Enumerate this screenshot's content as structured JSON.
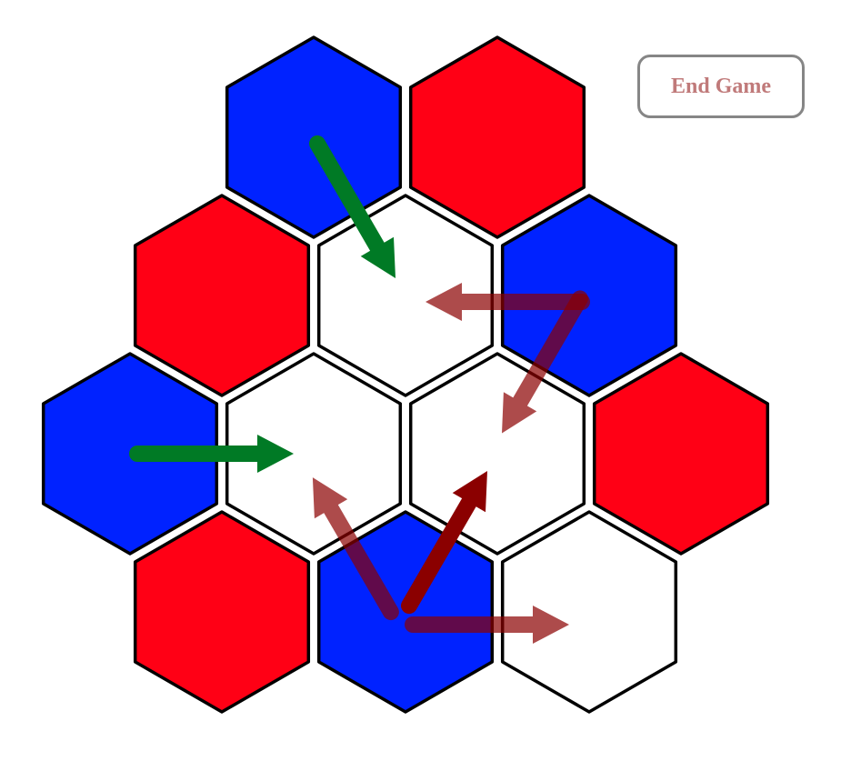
{
  "end_game_button": {
    "label": "End Game"
  },
  "colors": {
    "blue": "#0022ff",
    "red": "#ff0015",
    "empty": "#ffffff",
    "hex_border": "#000000",
    "green_arrow": "#007a25",
    "red_arrow": "#8b0000"
  },
  "board": {
    "cells": [
      {
        "row": 0,
        "col": 0,
        "state": "blue"
      },
      {
        "row": 0,
        "col": 1,
        "state": "red"
      },
      {
        "row": 1,
        "col": 0,
        "state": "red"
      },
      {
        "row": 1,
        "col": 1,
        "state": "empty"
      },
      {
        "row": 1,
        "col": 2,
        "state": "blue"
      },
      {
        "row": 2,
        "col": 0,
        "state": "blue"
      },
      {
        "row": 2,
        "col": 1,
        "state": "empty"
      },
      {
        "row": 2,
        "col": 2,
        "state": "empty"
      },
      {
        "row": 2,
        "col": 3,
        "state": "red"
      },
      {
        "row": 3,
        "col": 0,
        "state": "red"
      },
      {
        "row": 3,
        "col": 1,
        "state": "blue"
      },
      {
        "row": 3,
        "col": 2,
        "state": "empty"
      }
    ],
    "move_hints": [
      {
        "player": "blue",
        "from": {
          "row": 0,
          "col": 0
        },
        "to": {
          "row": 1,
          "col": 1
        },
        "color": "green_arrow",
        "opacity": 1
      },
      {
        "player": "blue",
        "from": {
          "row": 2,
          "col": 0
        },
        "to": {
          "row": 2,
          "col": 1
        },
        "color": "green_arrow",
        "opacity": 1
      },
      {
        "player": "blue",
        "from": {
          "row": 1,
          "col": 2
        },
        "to": {
          "row": 1,
          "col": 1
        },
        "color": "red_arrow",
        "opacity": 0.7
      },
      {
        "player": "blue",
        "from": {
          "row": 1,
          "col": 2
        },
        "to": {
          "row": 2,
          "col": 2
        },
        "color": "red_arrow",
        "opacity": 0.7
      },
      {
        "player": "blue",
        "from": {
          "row": 3,
          "col": 1
        },
        "to": {
          "row": 2,
          "col": 1
        },
        "color": "red_arrow",
        "opacity": 0.7
      },
      {
        "player": "blue",
        "from": {
          "row": 3,
          "col": 1
        },
        "to": {
          "row": 2,
          "col": 2
        },
        "color": "red_arrow",
        "opacity": 1
      },
      {
        "player": "blue",
        "from": {
          "row": 3,
          "col": 1
        },
        "to": {
          "row": 3,
          "col": 2
        },
        "color": "red_arrow",
        "opacity": 0.7
      }
    ]
  }
}
